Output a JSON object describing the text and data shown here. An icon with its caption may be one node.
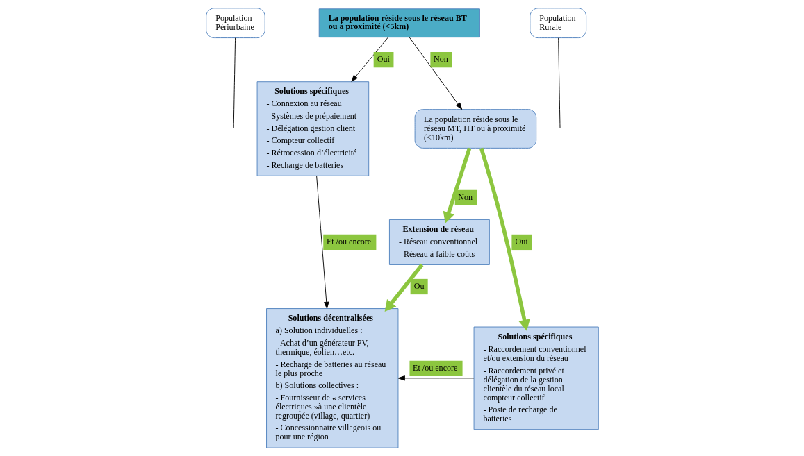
{
  "diagram": {
    "nodes": [
      {
        "text": [
          "La population réside sous le réseau BT ou à proximité (<5km)"
        ]
      },
      {
        "text": [
          "Population Périurbaine"
        ]
      },
      {
        "text": [
          "Population Rurale"
        ]
      },
      {
        "text": [
          "Solutions spécifiques",
          "- Connexion au réseau",
          "- Systèmes de prépaiement",
          "- Délégation gestion client",
          "- Compteur collectif",
          "- Rétrocession d’électricité",
          "- Recharge de batteries"
        ]
      },
      {
        "text": [
          "Extension de réseau",
          "- Réseau conventionnel",
          "- Réseau à faible coûts"
        ]
      },
      {
        "text": [
          "La population réside sous le réseau MT, HT ou à proximité (<10km)"
        ]
      },
      {
        "text": [
          "Solutions décentralisées",
          "a) Solution individuelles :",
          "- Achat d’un générateur PV, thermique, éolien…etc.",
          "- Recharge de batteries au réseau le plus proche",
          "b) Solutions collectives :",
          "- Fournisseur de « services électriques »à une clientèle regroupée (village, quartier)",
          "- Concessionnaire villageois ou pour une région"
        ]
      },
      {
        "text": [
          "Solutions spécifiques",
          "- Raccordement conventionnel et/ou extension du réseau",
          "- Raccordement privé et délégation de la gestion clientèle du réseau local compteur collectif",
          "- Poste de recharge de batteries"
        ]
      }
    ],
    "edges": [
      {
        "from": 0,
        "to": 3,
        "label": "Oui",
        "arrow": "to"
      },
      {
        "from": 0,
        "to": 5,
        "label": "Non",
        "arrow": "to"
      },
      {
        "from": 1,
        "to": null,
        "arrow": "none"
      },
      {
        "from": 2,
        "to": null,
        "arrow": "none"
      },
      {
        "from": 5,
        "to": 4,
        "label": "Non",
        "arrow": "to",
        "style": "thick",
        "color": "#8cc63f"
      },
      {
        "from": 5,
        "to": 7,
        "label": "Oui",
        "arrow": "to",
        "style": "thick",
        "color": "#8cc63f"
      },
      {
        "from": 4,
        "to": 6,
        "label": "Ou",
        "arrow": "to",
        "style": "thick",
        "color": "#8cc63f"
      },
      {
        "from": 3,
        "to": 6,
        "label": "Et /ou encore",
        "arrow": "to"
      },
      {
        "from": 7,
        "to": 6,
        "label": "Et /ou encore",
        "arrow": "to"
      }
    ]
  }
}
